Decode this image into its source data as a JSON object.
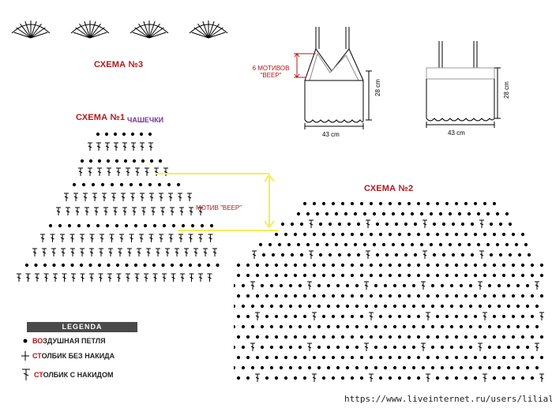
{
  "titles": {
    "scheme3": "СХЕМА №3",
    "scheme1": "СХЕМА №1",
    "cups": "ЧАШЕЧКИ",
    "scheme2": "СХЕМА №2"
  },
  "motif_label": "МОТИВ \"ВЕЕР\"",
  "garment_front": {
    "motifs_label_line1": "6 МОТИВОВ",
    "motifs_label_line2": "\"ВЕЕР\"",
    "height": "28 cm",
    "width": "43 cm"
  },
  "garment_back": {
    "height": "28 cm",
    "width": "43 cm"
  },
  "legend": {
    "title": "LEGENDA",
    "items": [
      {
        "icon": "dot-icon",
        "prefix": "ВО",
        "rest": "ЗДУШНАЯ ПЕТЛЯ"
      },
      {
        "icon": "plus-icon",
        "prefix": "СТ",
        "rest": "ОЛБИК БЕЗ НАКИДА"
      },
      {
        "icon": "double-crochet-icon",
        "prefix": "СТ",
        "rest": "ОЛБИК С НАКИДОМ"
      }
    ]
  },
  "source_url": "https://www.liveinternet.ru/users/lilialex/",
  "colors": {
    "title_red": "#b3171b",
    "cups_purple": "#7a2fa0",
    "highlight_yellow": "#f3ee5a",
    "legend_header": "#4a4a4a"
  }
}
